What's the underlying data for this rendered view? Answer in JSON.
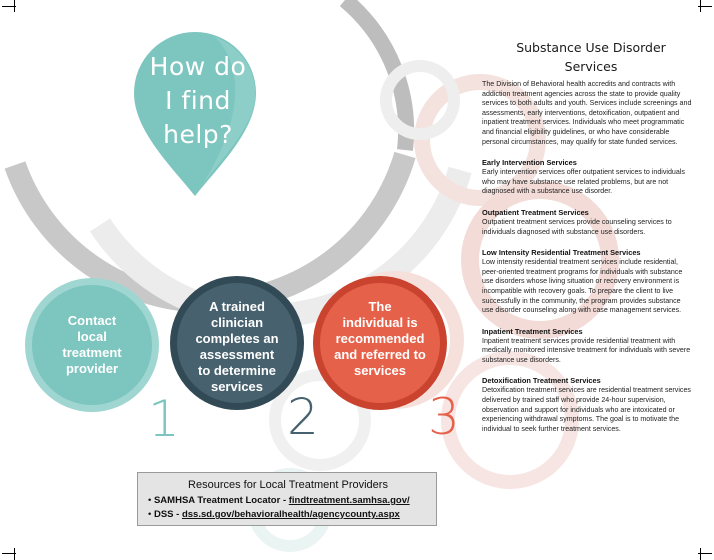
{
  "pin": {
    "lines": [
      "How do",
      "I find",
      "help?"
    ]
  },
  "steps": [
    {
      "label_lines": [
        "Contact",
        "local",
        "treatment",
        "provider"
      ],
      "number": "1"
    },
    {
      "label_lines": [
        "A trained",
        "clinician",
        "completes an",
        "assessment",
        "to determine",
        "services"
      ],
      "number": "2"
    },
    {
      "label_lines": [
        "The",
        "individual is",
        "recommended",
        "and referred to",
        "services"
      ],
      "number": "3"
    }
  ],
  "resources": {
    "title": "Resources for Local Treatment Providers",
    "items": [
      {
        "label": "SAMHSA Treatment Locator - ",
        "link": "findtreatment.samhsa.gov/"
      },
      {
        "label": "DSS - ",
        "link": "dss.sd.gov/behavioralhealth/agencycounty.aspx"
      }
    ]
  },
  "right_column": {
    "title_lines": [
      "Substance Use Disorder",
      "Services"
    ],
    "intro": "The Division of Behavioral health accredits and contracts with addiction treatment agencies across the state to provide quality services to both adults and youth. Services include screenings and assessments, early interventions, detoxification, outpatient and inpatient treatment services. Individuals who meet programmatic and financial eligibility guidelines, or who have considerable personal circumstances, may qualify for state funded services.",
    "sections": [
      {
        "heading": "Early Intervention Services",
        "body": "Early intervention services offer outpatient services to individuals who may have substance use related problems, but are not diagnosed with a substance use disorder."
      },
      {
        "heading": "Outpatient Treatment Services",
        "body": "Outpatient treatment services provide counseling services to individuals diagnosed with substance use disorders."
      },
      {
        "heading": "Low Intensity Residential Treatment Services",
        "body": "Low intensity residential treatment services include residential, peer-oriented treatment programs for individuals with substance use disorders whose living situation or recovery environment is incompatible with recovery goals. To prepare the client to live successfully in the community, the program provides substance use disorder counseling along with case management services."
      },
      {
        "heading": "Inpatient Treatment Services",
        "body": "Inpatient treatment services provide residential treatment with medically monitored intensive treatment for individuals with severe substance use disorders."
      },
      {
        "heading": "Detoxification Treatment Services",
        "body": "Detoxification treatment services are residential treatment services delivered by trained staff who provide 24-hour supervision, observation and support for individuals who are intoxicated or experiencing withdrawal symptoms. The goal is to motivate the individual to seek further treatment services."
      }
    ]
  },
  "colors": {
    "teal": "#7dc5bf",
    "teal_dark": "#5fa9a3",
    "slate": "#47616e",
    "slate_dark": "#324a56",
    "coral": "#e6614a",
    "coral_dark": "#c9432f",
    "arc_gray": "#c8c8c8",
    "arc_light": "#ededed"
  }
}
